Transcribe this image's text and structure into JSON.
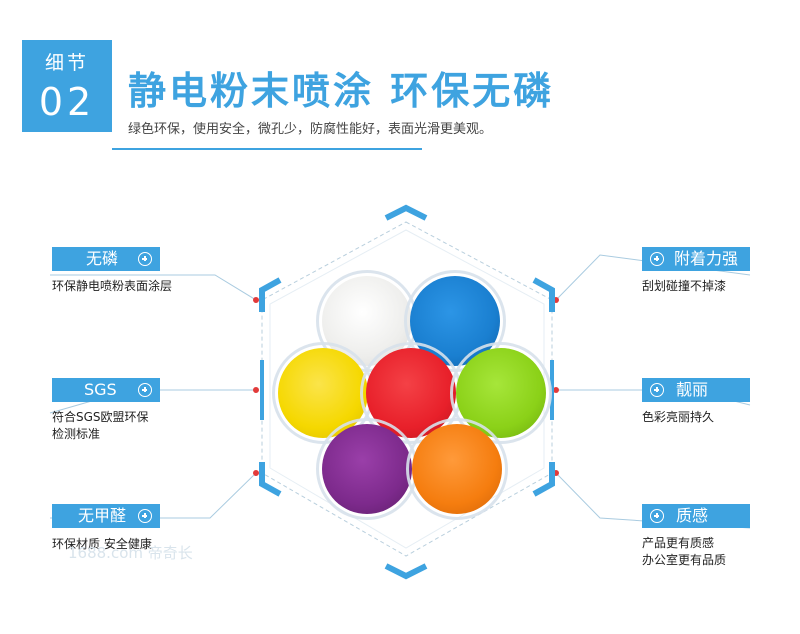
{
  "header": {
    "badge_label": "细节",
    "badge_number": "02",
    "title": "静电粉末喷涂  环保无磷",
    "subtitle": "绿色环保，使用安全，微孔少，防腐性能好，表面光滑更美观。"
  },
  "features": {
    "left": [
      {
        "label": "无磷",
        "desc_lines": [
          "环保静电喷粉表面涂层"
        ]
      },
      {
        "label": "SGS",
        "desc_lines": [
          "符合SGS欧盟环保",
          "检测标准"
        ]
      },
      {
        "label": "无甲醛",
        "desc_lines": [
          "环保材质 安全健康"
        ]
      }
    ],
    "right": [
      {
        "label": "附着力强",
        "desc_lines": [
          "刮划碰撞不掉漆"
        ]
      },
      {
        "label": "靓丽",
        "desc_lines": [
          "色彩亮丽持久"
        ]
      },
      {
        "label": "质感",
        "desc_lines": [
          "产品更有质感",
          "办公室更有品质"
        ]
      }
    ]
  },
  "watermark": "1688.com  帝奇长",
  "colors": {
    "accent": "#3ea3e0",
    "powders": [
      "#f2f2f0",
      "#1a7fd0",
      "#f5d800",
      "#e8202a",
      "#8bd118",
      "#7d2a8c",
      "#f57d0f"
    ]
  }
}
